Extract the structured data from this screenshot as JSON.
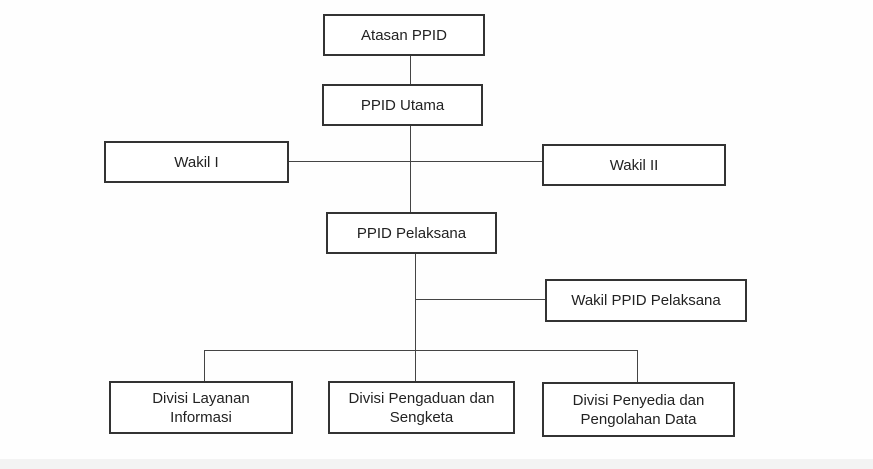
{
  "nodes": {
    "atasan": "Atasan PPID",
    "utama": "PPID Utama",
    "wakil1": "Wakil I",
    "wakil2": "Wakil II",
    "pelaksana": "PPID Pelaksana",
    "wakil_pelaksana": "Wakil PPID Pelaksana",
    "divisi1": "Divisi Layanan Informasi",
    "divisi2": "Divisi Pengaduan dan Sengketa",
    "divisi3": "Divisi Penyedia dan Pengolahan Data"
  }
}
